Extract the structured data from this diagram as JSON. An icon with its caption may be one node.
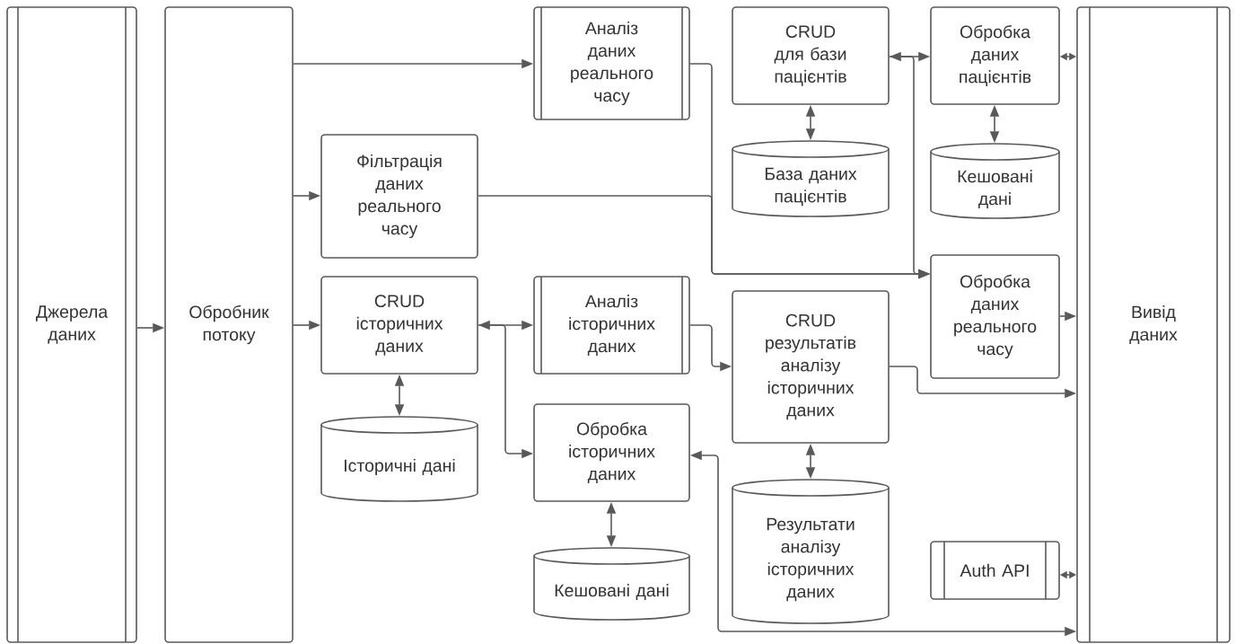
{
  "diagram": {
    "nodes": [
      {
        "text": [
          "Джерела даних"
        ]
      },
      {
        "text": [
          "Обробник потоку"
        ]
      },
      {
        "text": [
          "Аналіз даних реального часу"
        ]
      },
      {
        "text": [
          "CRUD для бази пацієнтів"
        ]
      },
      {
        "text": [
          "Обробка даних пацієнтів"
        ]
      },
      {
        "text": [
          "Вивід даних"
        ]
      },
      {
        "text": [
          "Фільтрація даних реального часу"
        ]
      },
      {
        "text": [
          "База даних пацієнтів"
        ]
      },
      {
        "text": [
          "Кешовані дані"
        ]
      },
      {
        "text": [
          "Обробка даних реального часу"
        ]
      },
      {
        "text": [
          "CRUD історичних даних"
        ]
      },
      {
        "text": [
          "Аналіз історичних даних"
        ]
      },
      {
        "text": [
          "CRUD результатів аналізу історичних даних"
        ]
      },
      {
        "text": [
          "Історичні дані"
        ]
      },
      {
        "text": [
          "Обробка історичних даних"
        ]
      },
      {
        "text": [
          "Результати аналізу історичних даних"
        ]
      },
      {
        "text": [
          "Auth API"
        ]
      },
      {
        "text": [
          "Кешовані дані"
        ]
      }
    ],
    "edges": [
      {
        "from": 0,
        "to": 1,
        "arrow": "to"
      },
      {
        "from": 1,
        "to": 2,
        "arrow": "to"
      },
      {
        "from": 1,
        "to": 6,
        "arrow": "to"
      },
      {
        "from": 1,
        "to": 10,
        "arrow": "to"
      },
      {
        "from": 2,
        "to": 9,
        "arrow": "to"
      },
      {
        "from": 6,
        "to": 9,
        "arrow": "to"
      },
      {
        "from": 3,
        "to": 4,
        "arrow": "both"
      },
      {
        "from": 3,
        "to": 9,
        "arrow": "to"
      },
      {
        "from": 3,
        "to": 7,
        "arrow": "both"
      },
      {
        "from": 4,
        "to": 8,
        "arrow": "both"
      },
      {
        "from": 4,
        "to": 5,
        "arrow": "both"
      },
      {
        "from": 9,
        "to": 5,
        "arrow": "to"
      },
      {
        "from": 10,
        "to": 11,
        "arrow": "both"
      },
      {
        "from": 10,
        "to": 14,
        "arrow": "to"
      },
      {
        "from": 10,
        "to": 13,
        "arrow": "both"
      },
      {
        "from": 11,
        "to": 12,
        "arrow": "to"
      },
      {
        "from": 12,
        "to": 5,
        "arrow": "to"
      },
      {
        "from": 12,
        "to": 15,
        "arrow": "both"
      },
      {
        "from": 14,
        "to": 17,
        "arrow": "both"
      },
      {
        "from": 5,
        "to": 14,
        "arrow": "both"
      },
      {
        "from": 16,
        "to": 5,
        "arrow": "both"
      }
    ]
  }
}
